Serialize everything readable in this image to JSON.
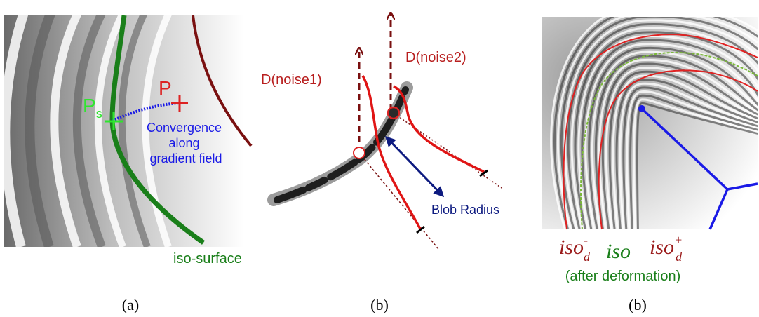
{
  "colors": {
    "green": "#1a7f1a",
    "bright_green": "#2ee62e",
    "red": "#dd2222",
    "dark_red": "#7a1010",
    "blue": "#1a1ae6",
    "navy": "#0d1a80",
    "black": "#000000"
  },
  "panel_a": {
    "p_label": "P",
    "ps_label": "P",
    "ps_subscript": "s",
    "convergence_line1": "Convergence",
    "convergence_line2": "along",
    "convergence_line3": "gradient field",
    "iso_surface_label": "iso-surface",
    "caption": "(a)"
  },
  "panel_b": {
    "noise1_label": "D(noise1)",
    "noise2_label": "D(noise2)",
    "blob_radius_label": "Blob Radius",
    "caption": "(b)"
  },
  "panel_c": {
    "iso_minus_base": "iso",
    "iso_minus_sup": "-",
    "iso_minus_sub": "d",
    "iso_base": "iso",
    "iso_plus_base": "iso",
    "iso_plus_sup": "+",
    "iso_plus_sub": "d",
    "after_label": "(after deformation)",
    "caption": "(b)"
  }
}
